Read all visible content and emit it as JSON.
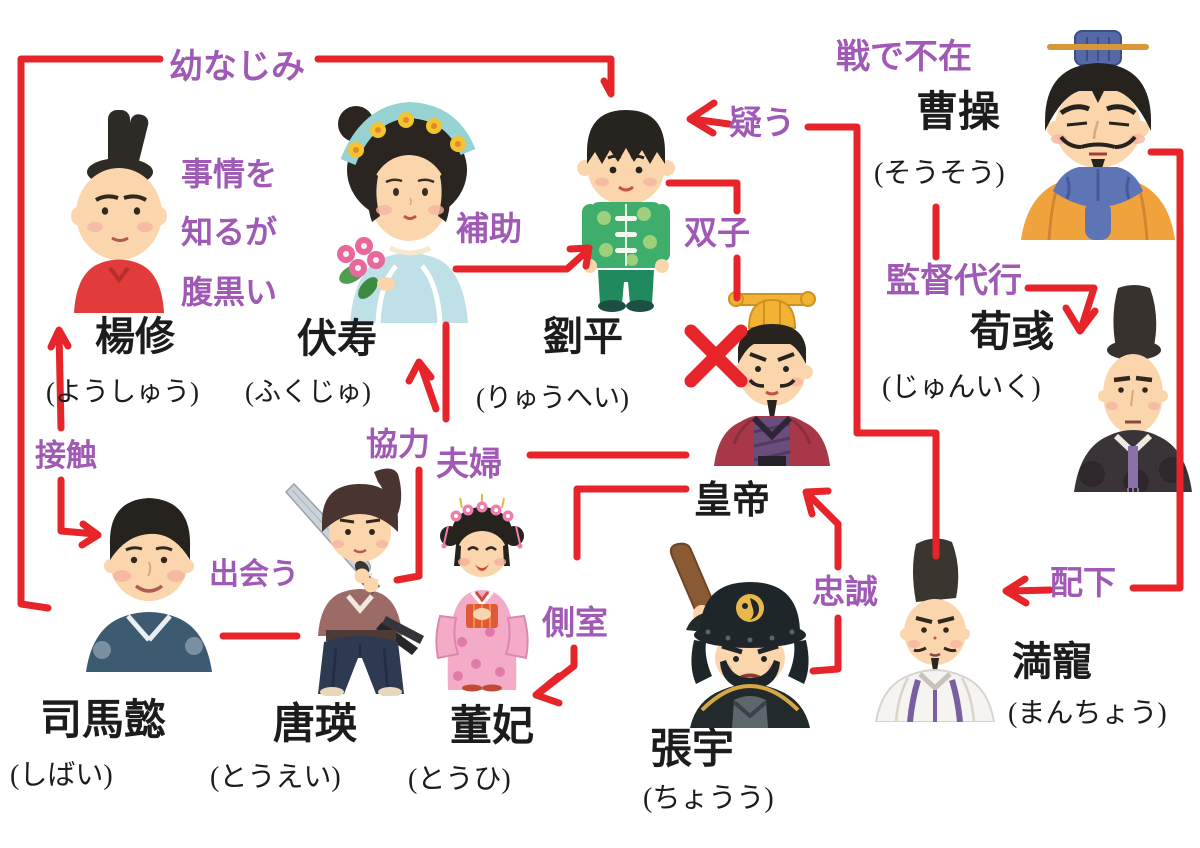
{
  "diagram_type": "character-relationship-chart",
  "colors": {
    "background": "#ffffff",
    "line_red": "#e62429",
    "relation_purple": "#a05ab5",
    "name_black": "#1c1c1c"
  },
  "characters": [
    {
      "id": "yang-xiu",
      "name": "楊修",
      "reading": "(ようしゅう)"
    },
    {
      "id": "fu-shou",
      "name": "伏寿",
      "reading": "(ふくじゅ)"
    },
    {
      "id": "liu-ping",
      "name": "劉平",
      "reading": "(りゅうへい)"
    },
    {
      "id": "cao-cao",
      "name": "曹操",
      "reading": "(そうそう)"
    },
    {
      "id": "xun-yu",
      "name": "荀彧",
      "reading": "(じゅんいく)"
    },
    {
      "id": "emperor",
      "name": "皇帝",
      "reading": ""
    },
    {
      "id": "man-chong",
      "name": "満寵",
      "reading": "(まんちょう)"
    },
    {
      "id": "zhang-yu",
      "name": "張宇",
      "reading": "(ちょうう)"
    },
    {
      "id": "sima-yi",
      "name": "司馬懿",
      "reading": "(しばい)"
    },
    {
      "id": "tang-ying",
      "name": "唐瑛",
      "reading": "(とうえい)"
    },
    {
      "id": "dong-fei",
      "name": "董妃",
      "reading": "(とうひ)"
    }
  ],
  "relations": [
    {
      "id": "osananajimi",
      "label": "幼なじみ",
      "from": "sima-yi",
      "to": "liu-ping"
    },
    {
      "id": "hojo",
      "label": "補助",
      "from": "fu-shou",
      "to": "liu-ping"
    },
    {
      "id": "futago",
      "label": "双子",
      "from": "liu-ping",
      "to": "emperor"
    },
    {
      "id": "utagau",
      "label": "疑う",
      "from": "man-chong",
      "to": "liu-ping"
    },
    {
      "id": "kantoku-daiko",
      "label": "監督代行",
      "from": "cao-cao",
      "to": "xun-yu"
    },
    {
      "id": "haika",
      "label": "配下",
      "from": "cao-cao",
      "to": "man-chong"
    },
    {
      "id": "sesshoku",
      "label": "接触",
      "from": "yang-xiu",
      "to": "sima-yi"
    },
    {
      "id": "deau",
      "label": "出会う",
      "from": "sima-yi",
      "to": "tang-ying"
    },
    {
      "id": "kyoryoku",
      "label": "協力",
      "from": "tang-ying",
      "to": "fu-shou"
    },
    {
      "id": "fufu",
      "label": "夫婦",
      "from": "fu-shou",
      "to": "emperor"
    },
    {
      "id": "sokushitsu",
      "label": "側室",
      "from": "emperor",
      "to": "dong-fei"
    },
    {
      "id": "chusei",
      "label": "忠誠",
      "from": "zhang-yu",
      "to": "emperor"
    }
  ],
  "annotations": {
    "yang_xiu_note": [
      "事情を",
      "知るが",
      "腹黒い"
    ],
    "cao_cao_status": "戦で不在",
    "deceased_mark": "×"
  }
}
